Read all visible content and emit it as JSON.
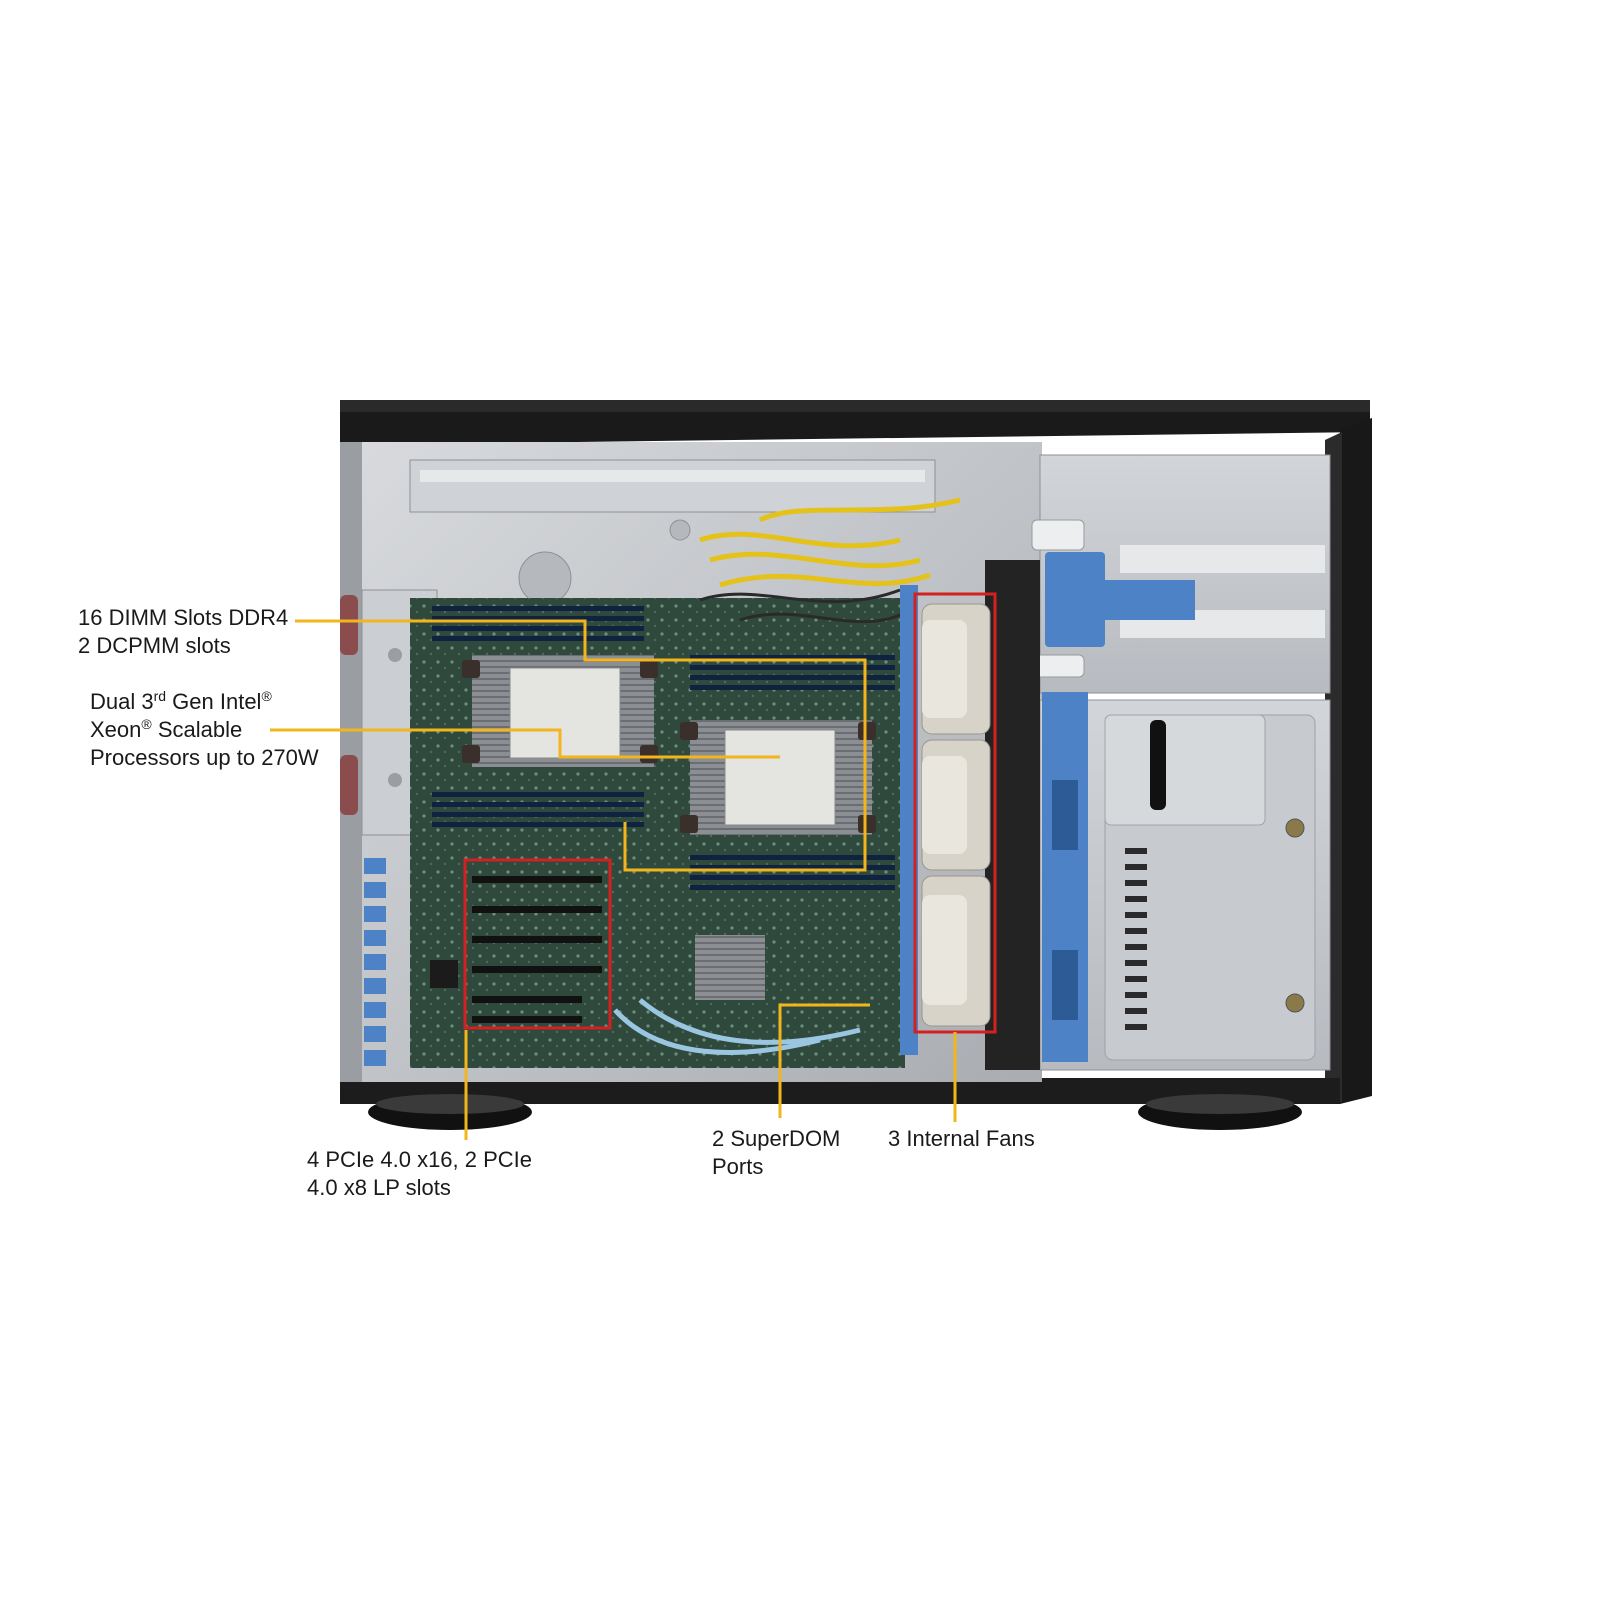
{
  "callouts": {
    "dimm": {
      "line1": "16 DIMM  Slots DDR4",
      "line2": "2 DCPMM slots"
    },
    "cpu": {
      "line1_pre": "Dual 3",
      "line1_sup": "rd",
      "line1_mid": " Gen Intel",
      "line1_reg": "®",
      "line2_pre": "Xeon",
      "line2_reg": "®",
      "line2_post": " Scalable",
      "line3": "Processors up to 270W"
    },
    "pcie": {
      "line1": "4 PCIe 4.0 x16, 2 PCIe",
      "line2": "4.0 x8 LP slots"
    },
    "superdom": {
      "line1": "2 SuperDOM",
      "line2": "Ports"
    },
    "fans": {
      "line1": "3 Internal  Fans"
    }
  },
  "colors": {
    "callout_line": "#f2b51c",
    "highlight_box": "#d42020",
    "chassis_dark": "#1d1d1d",
    "chassis_metal": "#c9ccd0",
    "motherboard": "#2f4a3c",
    "bracket_blue": "#4d82c6"
  }
}
